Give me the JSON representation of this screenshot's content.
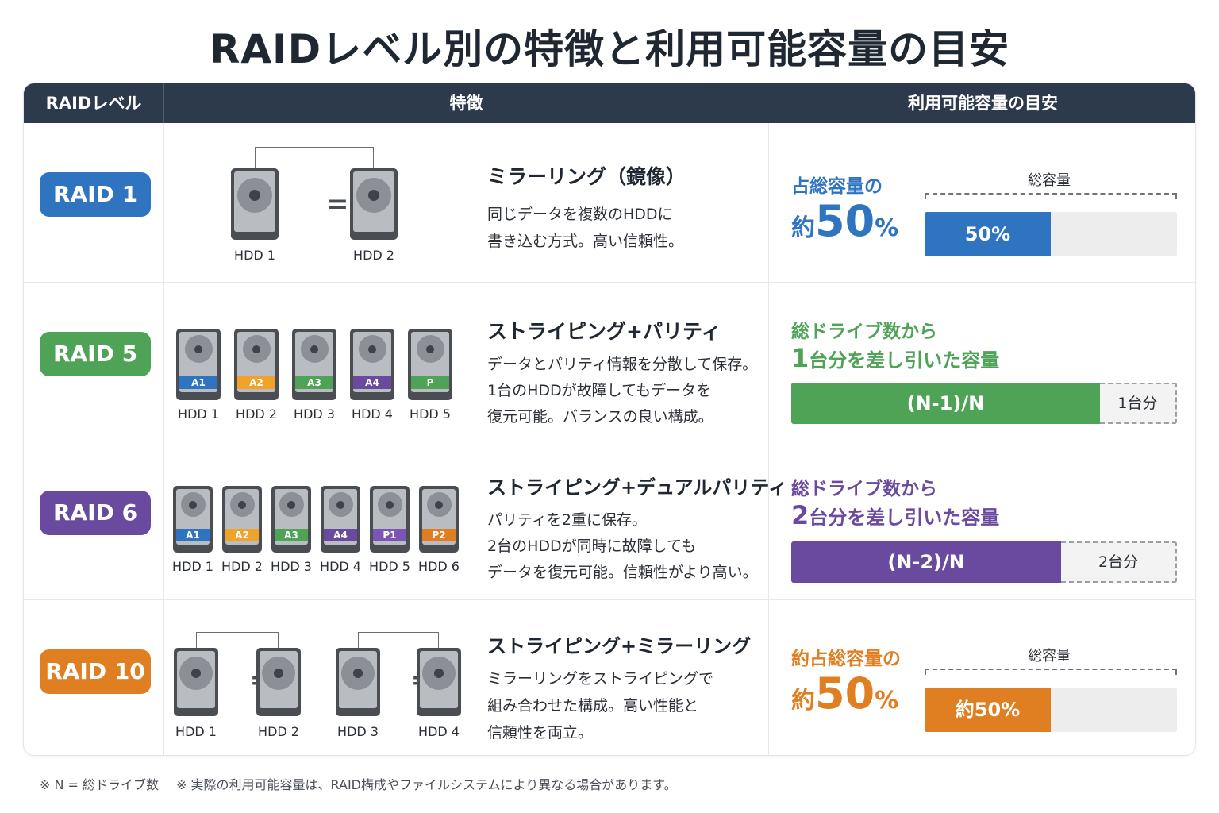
{
  "title": "RAIDレベル別の特徴と利用可能容量の目安",
  "header": {
    "level": "RAIDレベル",
    "feature": "特徴",
    "capacity": "利用可能容量の目安"
  },
  "colors": {
    "raid1": "#2f74c0",
    "raid5": "#4ea356",
    "raid6": "#6a4a9f",
    "raid10": "#e07f22",
    "header": "#2d3a4b"
  },
  "rows": [
    {
      "level": "RAID 1",
      "feature_title": "ミラーリング（鏡像）",
      "feature_lines": [
        "同じデータを複数のHDDに",
        "書き込む方式。高い信頼性。"
      ],
      "drives": [
        "HDD 1",
        "HDD 2"
      ],
      "cap_line1": "占総容量の",
      "cap_prefix": "約",
      "cap_number": "50",
      "cap_unit": "%",
      "total_label": "総容量",
      "bar_label": "50%",
      "bar_fraction": 0.5
    },
    {
      "level": "RAID 5",
      "feature_title": "ストライピング+パリティ",
      "feature_lines": [
        "データとパリティ情報を分散して保存。",
        "1台のHDDが故障してもデータを",
        "復元可能。バランスの良い構成。"
      ],
      "drives": [
        "HDD 1",
        "HDD 2",
        "HDD 3",
        "HDD 4",
        "HDD 5"
      ],
      "tags": [
        "A1",
        "A2",
        "A3",
        "A4",
        "P"
      ],
      "cap_line1": "総ドライブ数から",
      "cap_line2_num": "1",
      "cap_line2_text": "台分を差し引いた容量",
      "bar_label": "(N-1)/N",
      "rest_label": "1台分",
      "bar_fraction": 0.8
    },
    {
      "level": "RAID 6",
      "feature_title": "ストライピング+デュアルパリティ",
      "feature_lines": [
        "パリティを2重に保存。",
        "2台のHDDが同時に故障しても",
        "データを復元可能。信頼性がより高い。"
      ],
      "drives": [
        "HDD 1",
        "HDD 2",
        "HDD 3",
        "HDD 4",
        "HDD 5",
        "HDD 6"
      ],
      "tags": [
        "A1",
        "A2",
        "A3",
        "A4",
        "P1",
        "P2"
      ],
      "cap_line1": "総ドライブ数から",
      "cap_line2_num": "2",
      "cap_line2_text": "台分を差し引いた容量",
      "bar_label": "(N-2)/N",
      "rest_label": "2台分",
      "bar_fraction": 0.7
    },
    {
      "level": "RAID 10",
      "feature_title": "ストライピング+ミラーリング",
      "feature_lines": [
        "ミラーリングをストライピングで",
        "組み合わせた構成。高い性能と",
        "信頼性を両立。"
      ],
      "drives": [
        "HDD 1",
        "HDD 2",
        "HDD 3",
        "HDD 4"
      ],
      "cap_line1": "約占総容量の",
      "cap_prefix": "約",
      "cap_number": "50",
      "cap_unit": "%",
      "total_label": "総容量",
      "bar_label": "約50%",
      "bar_fraction": 0.5
    }
  ],
  "footnotes": [
    "※ N = 総ドライブ数",
    "※ 実際の利用可能容量は、RAID構成やファイルシステムにより異なる場合があります。"
  ]
}
